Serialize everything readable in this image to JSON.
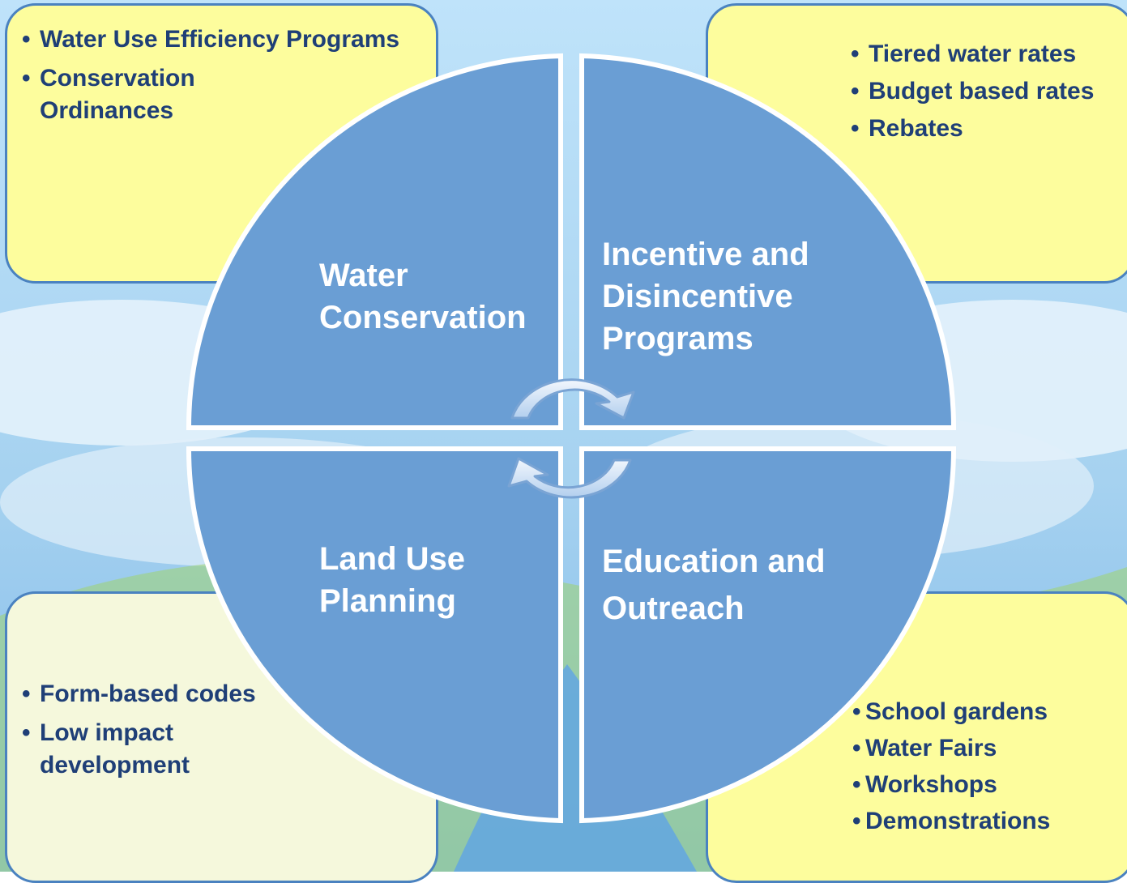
{
  "colors": {
    "sky": "#a9d4f2",
    "quadrant": "#6a9ed4",
    "box_border": "#4a82c0",
    "box_fill": "#fdfd9d",
    "text_dark": "#1f3f77",
    "text_light": "#ffffff"
  },
  "quadrants": [
    {
      "label": "Water Conservation"
    },
    {
      "label": "Incentive and Disincentive Programs"
    },
    {
      "label": "Land Use Planning"
    },
    {
      "label": "Education and Outreach"
    }
  ],
  "boxes": {
    "top_left": {
      "items": [
        "Water Use Efficiency Programs",
        "Conservation Ordinances"
      ]
    },
    "top_right": {
      "items": [
        "Tiered water rates",
        "Budget based rates",
        "Rebates"
      ]
    },
    "bottom_left": {
      "items": [
        "Form-based codes",
        "Low impact development"
      ]
    },
    "bottom_right": {
      "items": [
        "School gardens",
        "Water Fairs",
        "Workshops",
        "Demonstrations"
      ]
    }
  },
  "icons": [
    "cycle-arrow-top-icon",
    "cycle-arrow-bottom-icon"
  ]
}
